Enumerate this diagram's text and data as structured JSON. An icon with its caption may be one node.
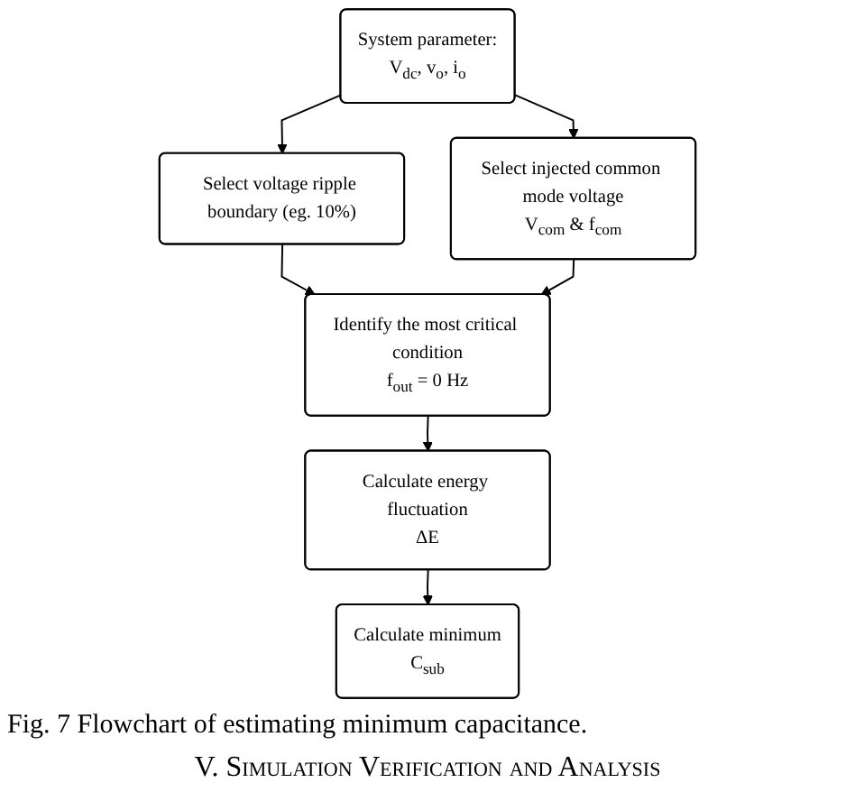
{
  "diagram": {
    "caption": "Fig. 7 Flowchart of estimating minimum capacitance.",
    "nodes": [
      {
        "text": [
          "System parameter:",
          "V$_{dc}$, v$_{o}$, i$_{o}$"
        ]
      },
      {
        "text": [
          "Select voltage ripple boundary (eg. 10%)"
        ]
      },
      {
        "text": [
          "Select injected common mode voltage",
          "V$_{com}$ & f$_{com}$"
        ]
      },
      {
        "text": [
          "Identify the most critical condition",
          "f$_{out}$ = 0 Hz"
        ]
      },
      {
        "text": [
          "Calculate energy fluctuation",
          "ΔE"
        ]
      },
      {
        "text": [
          "Calculate minimum",
          "C$_{sub}$"
        ]
      }
    ],
    "edges": [
      {
        "from": 0,
        "to": 1,
        "arrow": "to"
      },
      {
        "from": 0,
        "to": 2,
        "arrow": "to"
      },
      {
        "from": 1,
        "to": 3,
        "arrow": "to"
      },
      {
        "from": 2,
        "to": 3,
        "arrow": "to"
      },
      {
        "from": 3,
        "to": 4,
        "arrow": "to"
      },
      {
        "from": 4,
        "to": 5,
        "arrow": "to"
      }
    ],
    "labels": [
      "V. Simulation Verification and Analysis"
    ]
  }
}
